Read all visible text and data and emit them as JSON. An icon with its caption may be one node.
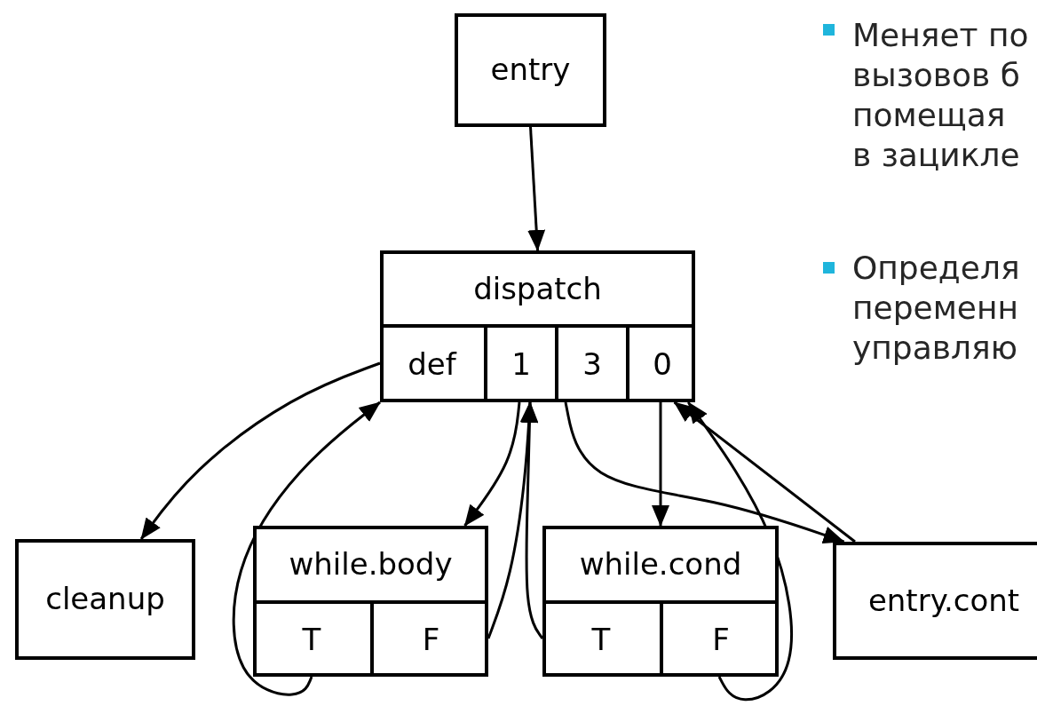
{
  "diagram": {
    "nodes": [
      {
        "text": [
          "entry"
        ]
      },
      {
        "text": [
          "dispatch"
        ]
      },
      {
        "text": [
          "def"
        ],
        "in": 1
      },
      {
        "text": [
          "1"
        ],
        "in": 1
      },
      {
        "text": [
          "3"
        ],
        "in": 1
      },
      {
        "text": [
          "0"
        ],
        "in": 1
      },
      {
        "text": [
          "cleanup"
        ]
      },
      {
        "text": [
          "while.body"
        ]
      },
      {
        "text": [
          "T"
        ],
        "in": 7
      },
      {
        "text": [
          "F"
        ],
        "in": 7
      },
      {
        "text": [
          "while.cond"
        ]
      },
      {
        "text": [
          "T"
        ],
        "in": 10
      },
      {
        "text": [
          "F"
        ],
        "in": 10
      },
      {
        "text": [
          "entry.cont"
        ]
      }
    ],
    "edges": [
      {
        "from": 0,
        "to": 1,
        "arrow": "to"
      },
      {
        "from": 2,
        "to": 6,
        "arrow": "to"
      },
      {
        "from": 3,
        "to": 7,
        "arrow": "to"
      },
      {
        "from": 8,
        "to": 1,
        "arrow": "to"
      },
      {
        "from": 9,
        "to": 3,
        "arrow": "to"
      },
      {
        "from": 11,
        "to": 3,
        "arrow": "to"
      },
      {
        "from": 5,
        "to": 10,
        "arrow": "to"
      },
      {
        "from": 4,
        "to": 13,
        "arrow": "to"
      },
      {
        "from": 13,
        "to": 5,
        "arrow": "to"
      },
      {
        "from": 12,
        "to": 5,
        "arrow": "to"
      }
    ],
    "labels": [
      "Меняет по",
      "вызовов б",
      "помещая",
      "в зацикле",
      "Определя",
      "переменн",
      "управляю"
    ]
  }
}
